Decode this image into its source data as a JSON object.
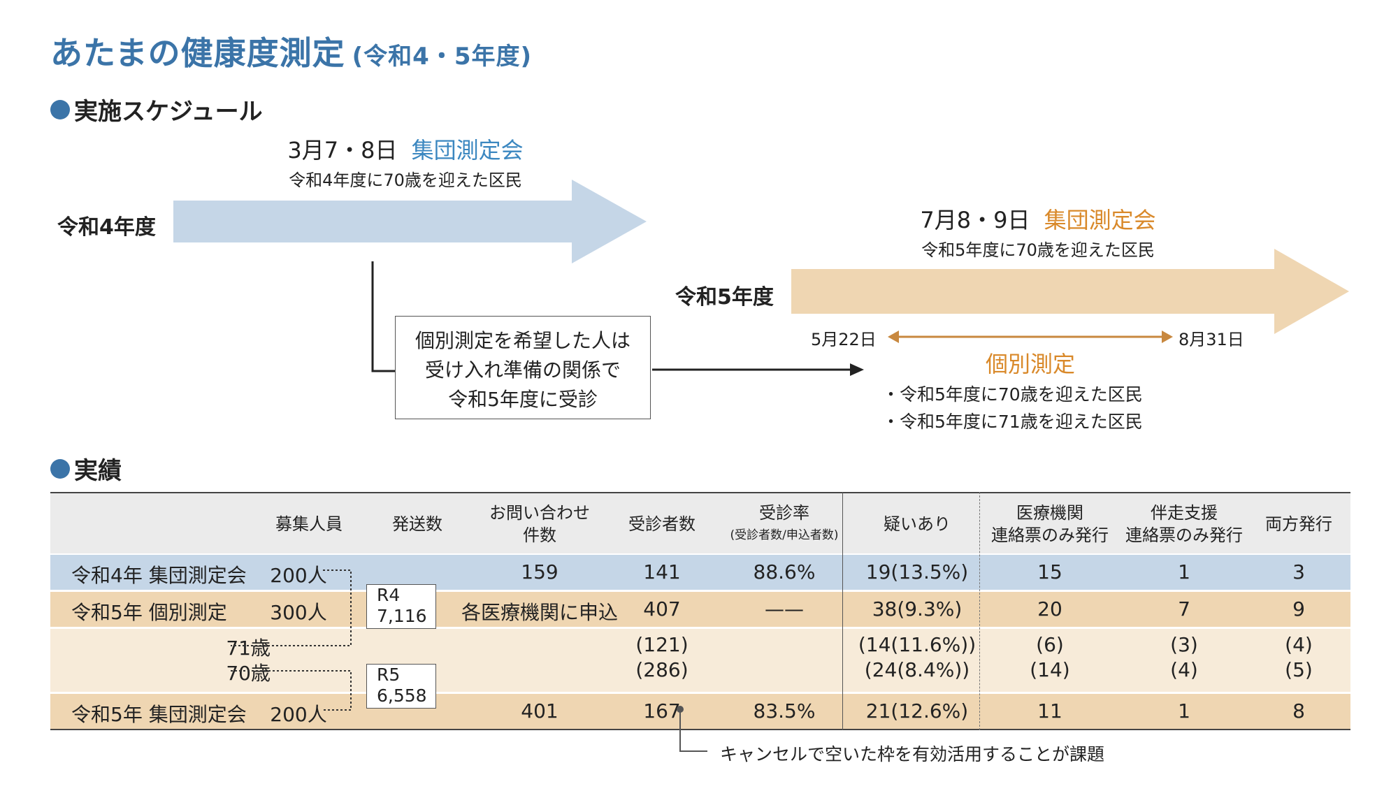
{
  "title": {
    "main": "あたまの健康度測定",
    "sub": "(令和4・5年度)"
  },
  "schedule": {
    "heading": "実施スケジュール",
    "r4": {
      "year_label": "令和4年度",
      "dates": "3月7・8日",
      "event": "集団測定会",
      "target": "令和4年度に70歳を迎えた区民"
    },
    "r5": {
      "year_label": "令和5年度",
      "dates": "7月8・9日",
      "event": "集団測定会",
      "target": "令和5年度に70歳を迎えた区民"
    },
    "box_lines": [
      "個別測定を希望した人は",
      "受け入れ準備の関係で",
      "令和5年度に受診"
    ],
    "individual": {
      "start": "5月22日",
      "end": "8月31日",
      "label": "個別測定",
      "targets": [
        "・令和5年度に70歳を迎えた区民",
        "・令和5年度に71歳を迎えた区民"
      ]
    },
    "colors": {
      "blue_arrow": "#c5d6e7",
      "tan_arrow": "#efd6b2",
      "blue_text": "#3b87c0",
      "orange_text": "#d9892a"
    }
  },
  "results": {
    "heading": "実績",
    "headers": {
      "recruit": "募集人員",
      "sent": "発送数",
      "inquiries": [
        "お問い合わせ",
        "件数"
      ],
      "examinees": "受診者数",
      "rate": "受診率",
      "rate_note": "(受診者数/申込者数)",
      "suspected": "疑いあり",
      "med_only": [
        "医療機関",
        "連絡票のみ発行"
      ],
      "support_only": [
        "伴走支援",
        "連絡票のみ発行"
      ],
      "both": "両方発行"
    },
    "rows": [
      {
        "name": "令和4年 集団測定会",
        "recruit": "200人",
        "sent": "",
        "inquiries": "159",
        "examinees": "141",
        "rate": "88.6%",
        "suspected": "19(13.5%)",
        "med_only": "15",
        "support_only": "1",
        "both": "3"
      },
      {
        "name": "令和5年 個別測定",
        "recruit": "300人",
        "sent": "",
        "inquiries": "各医療機関に申込",
        "examinees": "407",
        "rate": "——",
        "suspected": "38(9.3%)",
        "med_only": "20",
        "support_only": "7",
        "both": "9"
      },
      {
        "name": "71歳",
        "recruit": "",
        "sent": "",
        "inquiries": "",
        "examinees": "(121)",
        "rate": "",
        "suspected": "(14(11.6%))",
        "med_only": "(6)",
        "support_only": "(3)",
        "both": "(4)"
      },
      {
        "name": "70歳",
        "recruit": "",
        "sent": "",
        "inquiries": "",
        "examinees": "(286)",
        "rate": "",
        "suspected": "(24(8.4%))",
        "med_only": "(14)",
        "support_only": "(4)",
        "both": "(5)"
      },
      {
        "name": "令和5年 集団測定会",
        "recruit": "200人",
        "sent": "",
        "inquiries": "401",
        "examinees": "167",
        "rate": "83.5%",
        "suspected": "21(12.6%)",
        "med_only": "11",
        "support_only": "1",
        "both": "8"
      }
    ],
    "sent_boxes": [
      {
        "label": "R4",
        "value": "7,116"
      },
      {
        "label": "R5",
        "value": "6,558"
      }
    ],
    "note": "キャンセルで空いた枠を有効活用することが課題",
    "colors": {
      "header_bg": "#ebebeb",
      "row_blue": "#c5d6e7",
      "row_tan": "#efd6b2",
      "row_light": "#f7ebd9"
    }
  }
}
